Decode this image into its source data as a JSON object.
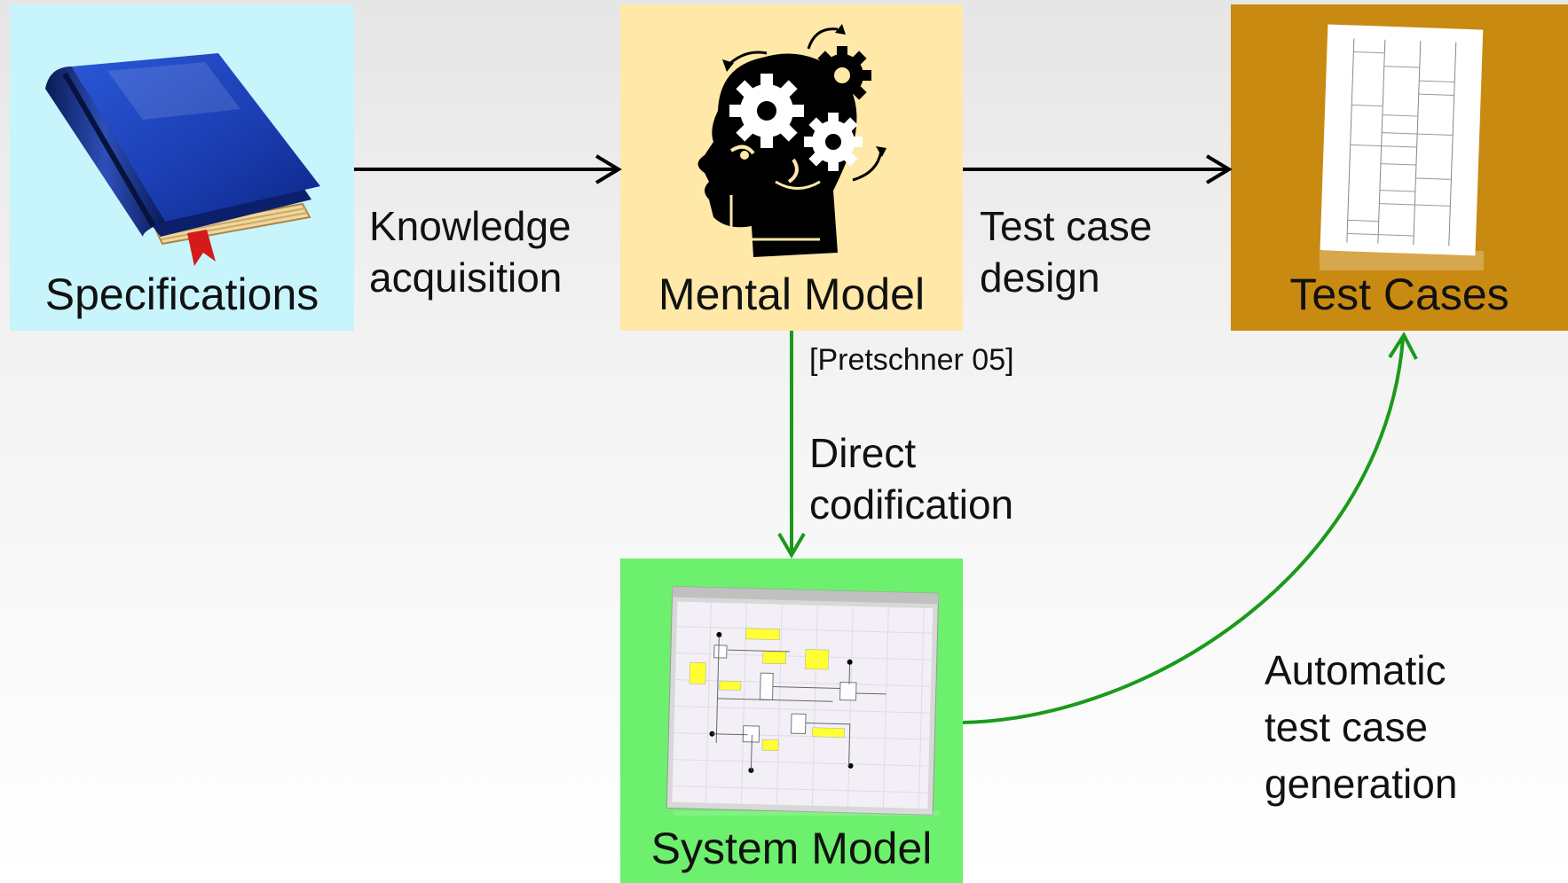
{
  "nodes": {
    "specifications": {
      "label": "Specifications",
      "icon": "book-icon",
      "bg": "#c8f4fb"
    },
    "mental_model": {
      "label": "Mental Model",
      "icon": "head-with-gears-icon",
      "bg": "#ffe8a8"
    },
    "test_cases": {
      "label": "Test Cases",
      "icon": "test-document-icon",
      "bg": "#c98a12"
    },
    "system_model": {
      "label": "System Model",
      "icon": "state-machine-screenshot-icon",
      "bg": "#6df06d"
    }
  },
  "edges": {
    "knowledge_acquisition": {
      "line1": "Knowledge",
      "line2": "acquisition",
      "color": "#000000"
    },
    "test_case_design": {
      "line1": "Test case",
      "line2": "design",
      "color": "#000000"
    },
    "direct_codification": {
      "line1": "Direct",
      "line2": "codification",
      "color": "#1a9a1a"
    },
    "automatic_generation": {
      "line1": "Automatic",
      "line2": "test case",
      "line3": "generation",
      "color": "#1a9a1a"
    }
  },
  "citation": "[Pretschner 05]"
}
